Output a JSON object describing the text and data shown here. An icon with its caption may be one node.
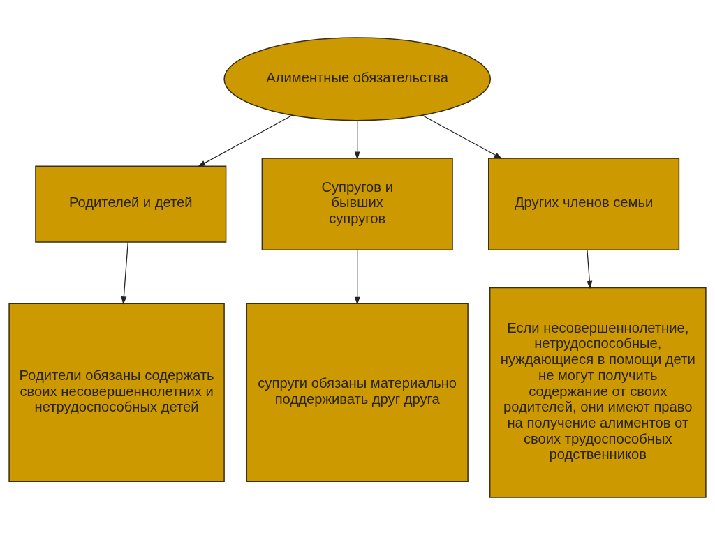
{
  "diagram": {
    "nodes": [
      {
        "text": [
          "Алиментные обязательства"
        ]
      },
      {
        "text": [
          "Родителей и детей"
        ]
      },
      {
        "text": [
          "Супругов и бывших супругов"
        ]
      },
      {
        "text": [
          "Других членов семьи"
        ]
      },
      {
        "text": [
          "Родители обязаны содержать своих несовершеннолетних и нетрудоспособных детей"
        ]
      },
      {
        "text": [
          "супруги обязаны материально поддерживать друг друга"
        ]
      },
      {
        "text": [
          "Если несовершеннолетние, нетрудоспособные, нуждающиеся в помощи дети не могут получить содержание от своих родителей, они имеют право на получение алиментов от своих трудоспособных родственников"
        ]
      }
    ],
    "edges": [
      {
        "from": 0,
        "to": 1,
        "arrow": "to"
      },
      {
        "from": 0,
        "to": 2,
        "arrow": "to"
      },
      {
        "from": 0,
        "to": 3,
        "arrow": "to"
      },
      {
        "from": 1,
        "to": 4,
        "arrow": "to"
      },
      {
        "from": 2,
        "to": 5,
        "arrow": "to"
      },
      {
        "from": 3,
        "to": 6,
        "arrow": "to"
      }
    ]
  }
}
